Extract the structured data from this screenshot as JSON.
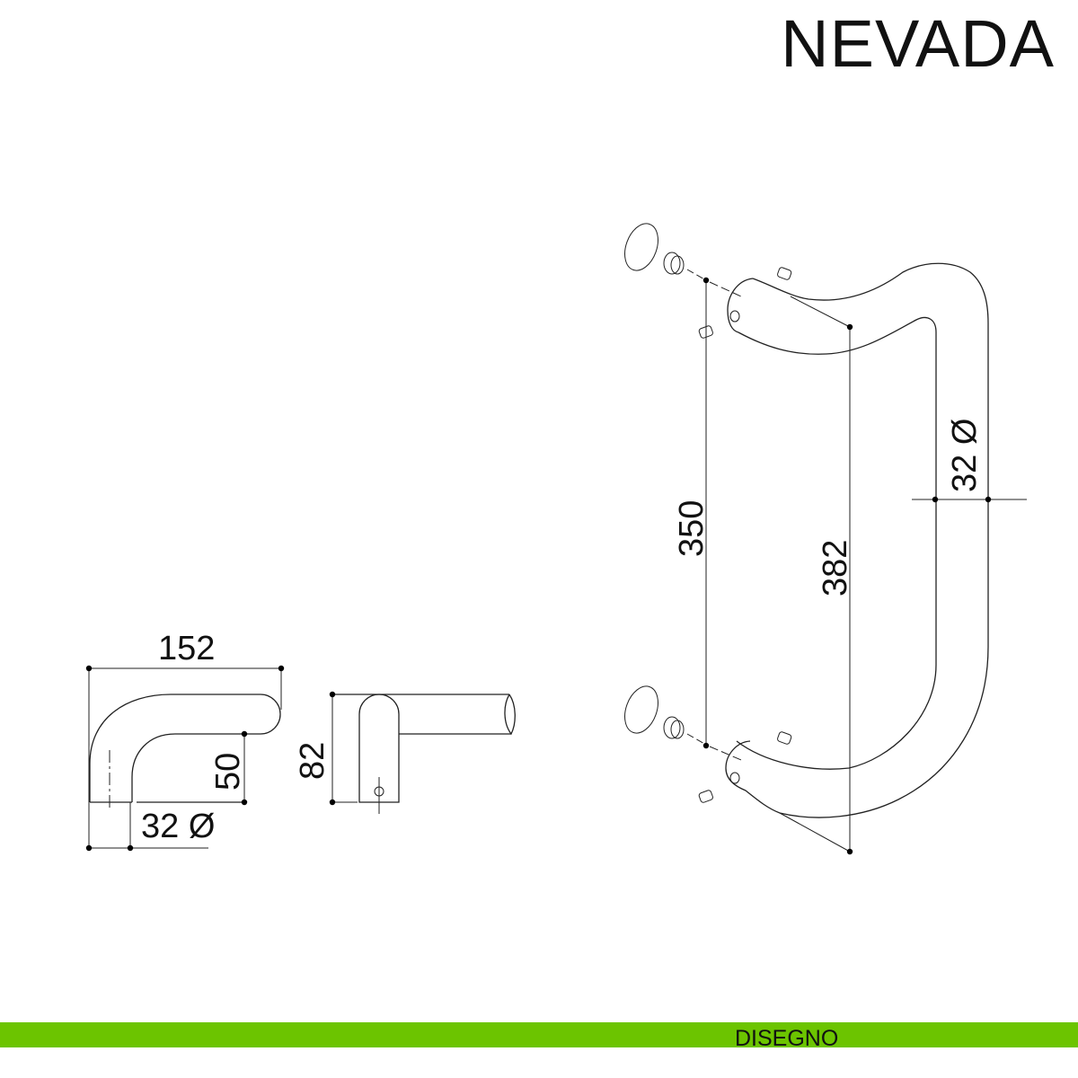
{
  "header": {
    "title": "NEVADA"
  },
  "footer": {
    "label": "DISEGNO",
    "color": "#6cc400"
  },
  "dimensions": {
    "side_length": "152",
    "side_height": "50",
    "side_diameter": "32 Ø",
    "front_height": "82",
    "center_distance": "350",
    "overall_length": "382",
    "bar_diameter": "32 Ø"
  }
}
